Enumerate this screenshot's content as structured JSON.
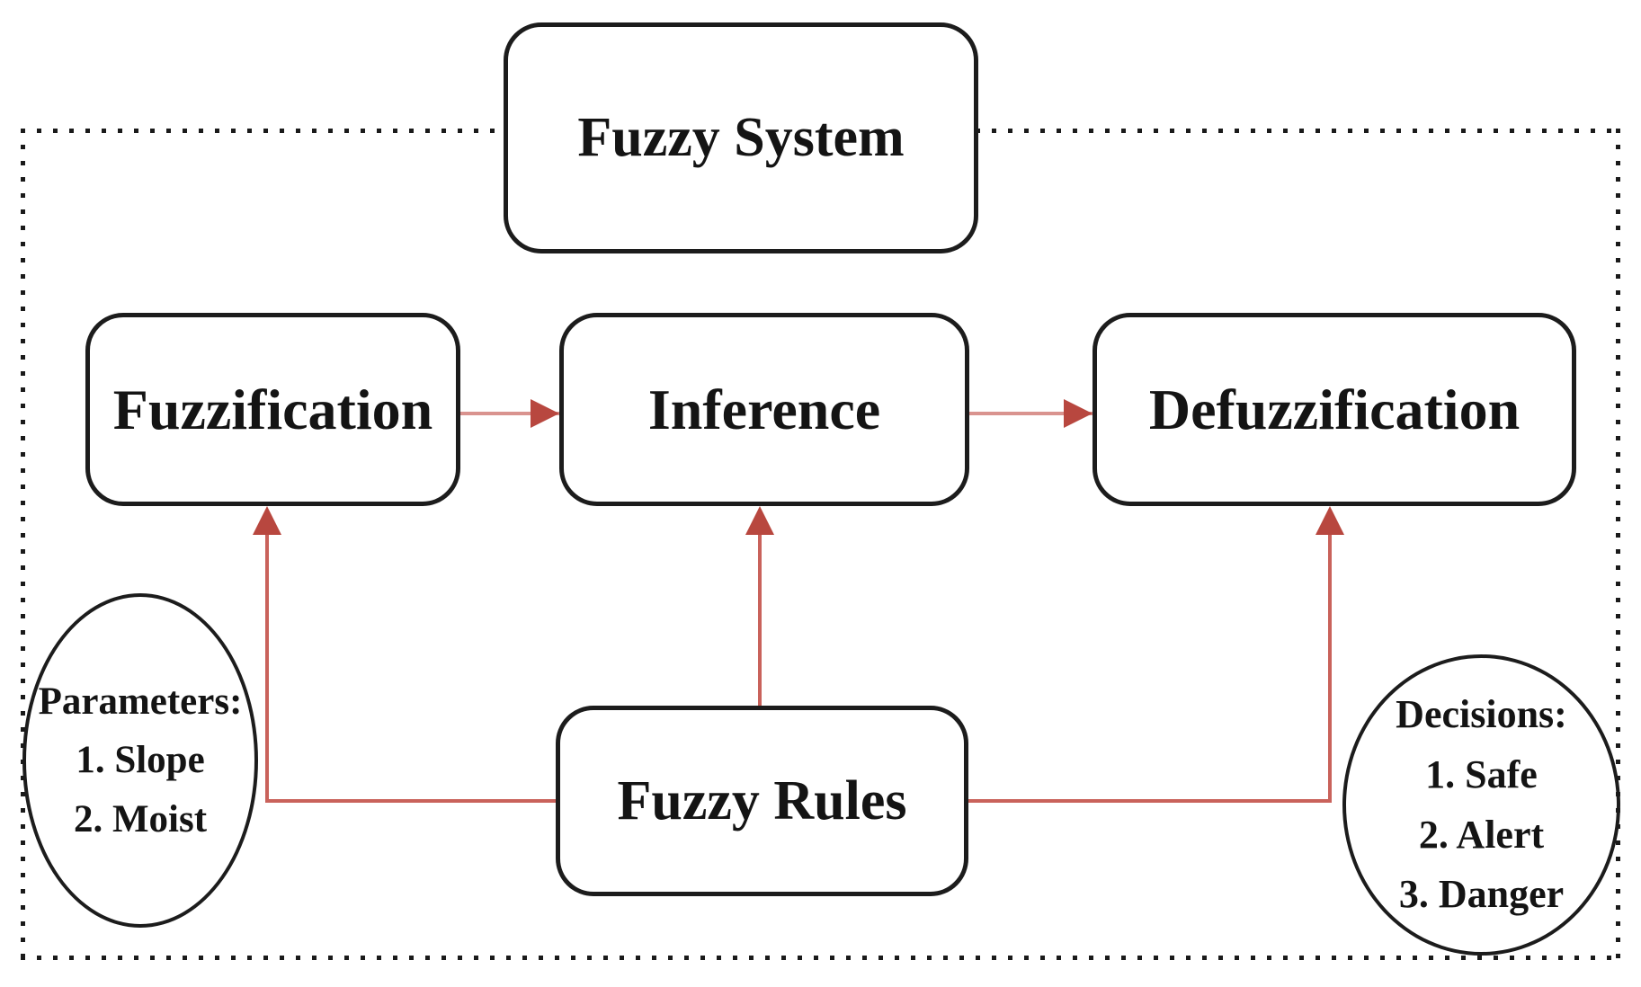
{
  "diagram": {
    "system": {
      "label": "Fuzzy System"
    },
    "nodes": {
      "fuzzification": {
        "label": "Fuzzification"
      },
      "inference": {
        "label": "Inference"
      },
      "defuzzification": {
        "label": "Defuzzification"
      },
      "fuzzy_rules": {
        "label": "Fuzzy Rules"
      }
    },
    "terminals": {
      "parameters": {
        "title": "Parameters:",
        "items": [
          "1. Slope",
          "2. Moist"
        ]
      },
      "decisions": {
        "title": "Decisions:",
        "items": [
          "1. Safe",
          "2. Alert",
          "3. Danger"
        ]
      }
    },
    "colors": {
      "arrow_line": "#c9625b",
      "arrow_line_light": "#d9938f",
      "arrow_head": "#b8473f",
      "node_border": "#1c1c1c",
      "frame_dot": "#1a1a1a",
      "text": "#141414"
    }
  }
}
